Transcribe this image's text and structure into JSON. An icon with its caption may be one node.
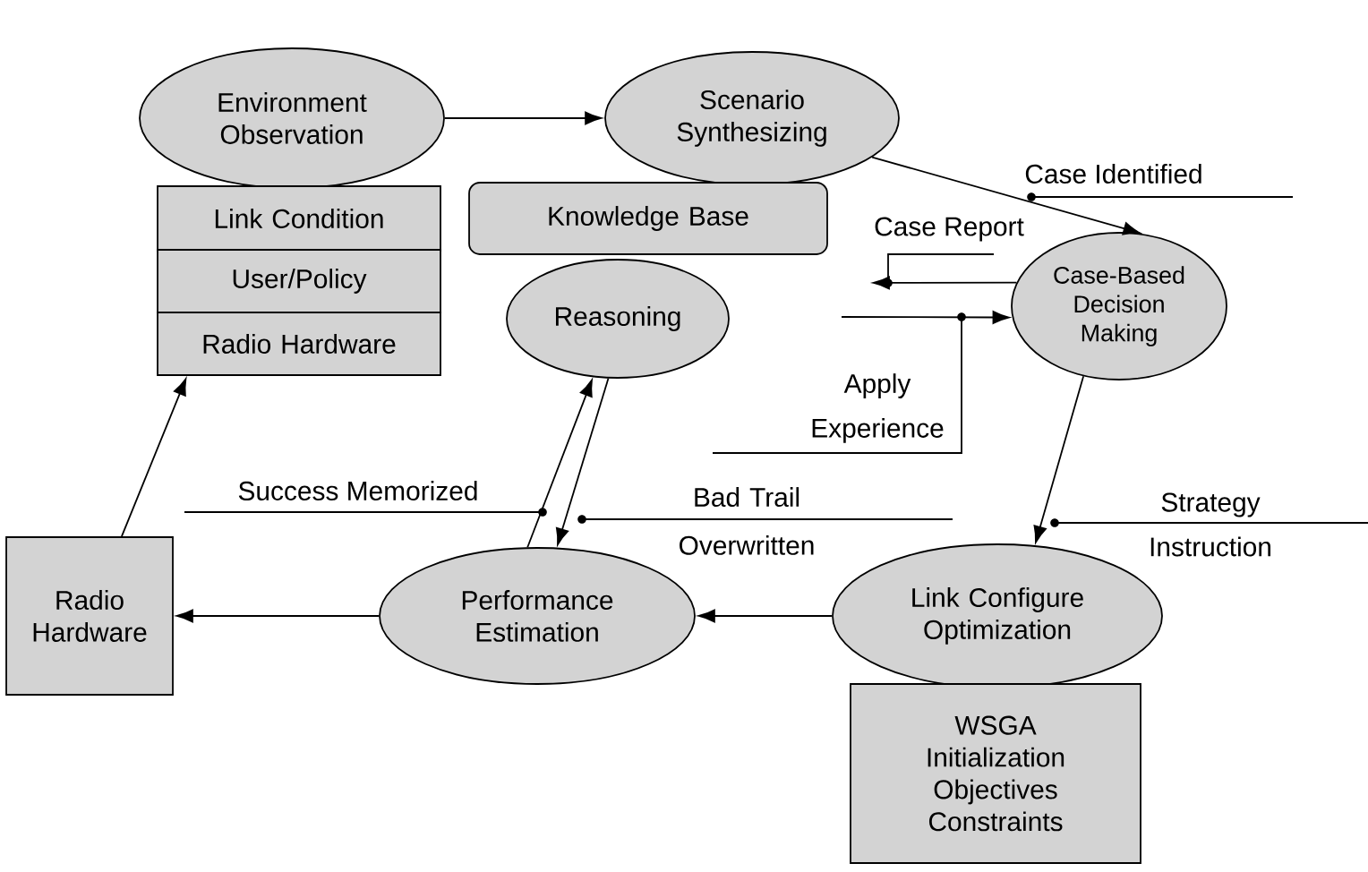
{
  "diagram": {
    "nodes": [
      {
        "text": [
          "Environment Observation"
        ]
      },
      {
        "text": [
          "Link Condition"
        ]
      },
      {
        "text": [
          "User/Policy"
        ]
      },
      {
        "text": [
          "Radio Hardware"
        ]
      },
      {
        "text": [
          "Scenario Synthesizing"
        ]
      },
      {
        "text": [
          "Knowledge Base"
        ]
      },
      {
        "text": [
          "Reasoning"
        ]
      },
      {
        "text": [
          "Case-Based Decision Making"
        ]
      },
      {
        "text": [
          "Radio Hardware"
        ]
      },
      {
        "text": [
          "Performance Estimation"
        ]
      },
      {
        "text": [
          "Link Configure Optimization"
        ]
      },
      {
        "text": [
          "WSGA",
          "Initialization",
          "Objectives",
          "Constraints"
        ]
      }
    ],
    "edges": [
      {
        "from": 0,
        "to": 4,
        "arrow": "to"
      },
      {
        "from": 4,
        "to": 7,
        "arrow": "to",
        "label": "Case Identified"
      },
      {
        "from": 7,
        "to": null,
        "arrow": "to",
        "label": "Case Report"
      },
      {
        "from": null,
        "to": 7,
        "arrow": "to",
        "label": "Apply Experience"
      },
      {
        "from": 7,
        "to": 10,
        "arrow": "to",
        "label": "Strategy Instruction"
      },
      {
        "from": 10,
        "to": 9,
        "arrow": "to"
      },
      {
        "from": 9,
        "to": 8,
        "arrow": "to"
      },
      {
        "from": 8,
        "to": 3,
        "arrow": "to"
      },
      {
        "from": 9,
        "to": 6,
        "arrow": "to",
        "label": "Success Memorized"
      },
      {
        "from": 6,
        "to": 9,
        "arrow": "to",
        "label": "Bad Trail Overwritten"
      }
    ]
  }
}
